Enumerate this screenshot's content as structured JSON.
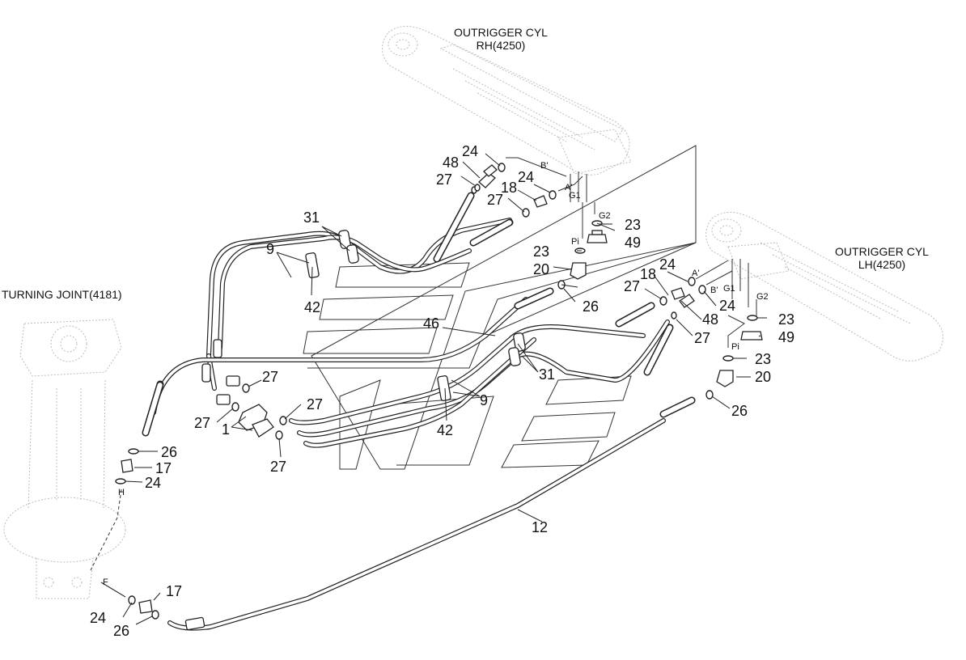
{
  "titles": {
    "rh_cyl_line1": "OUTRIGGER CYL",
    "rh_cyl_line2": "RH(4250)",
    "lh_cyl_line1": "OUTRIGGER CYL",
    "lh_cyl_line2": "LH(4250)",
    "turning_joint": "TURNING JOINT(4181)"
  },
  "ports": {
    "b_prime": "B'",
    "a_prime": "A'",
    "g1": "G1",
    "g2": "G2",
    "pi": "Pi",
    "h": "H",
    "f": "F"
  },
  "callouts": {
    "c1": "1",
    "c9": "9",
    "c12": "12",
    "c17": "17",
    "c18": "18",
    "c20": "20",
    "c23": "23",
    "c24": "24",
    "c26": "26",
    "c27": "27",
    "c31": "31",
    "c42": "42",
    "c46": "46",
    "c48": "48",
    "c49": "49"
  }
}
